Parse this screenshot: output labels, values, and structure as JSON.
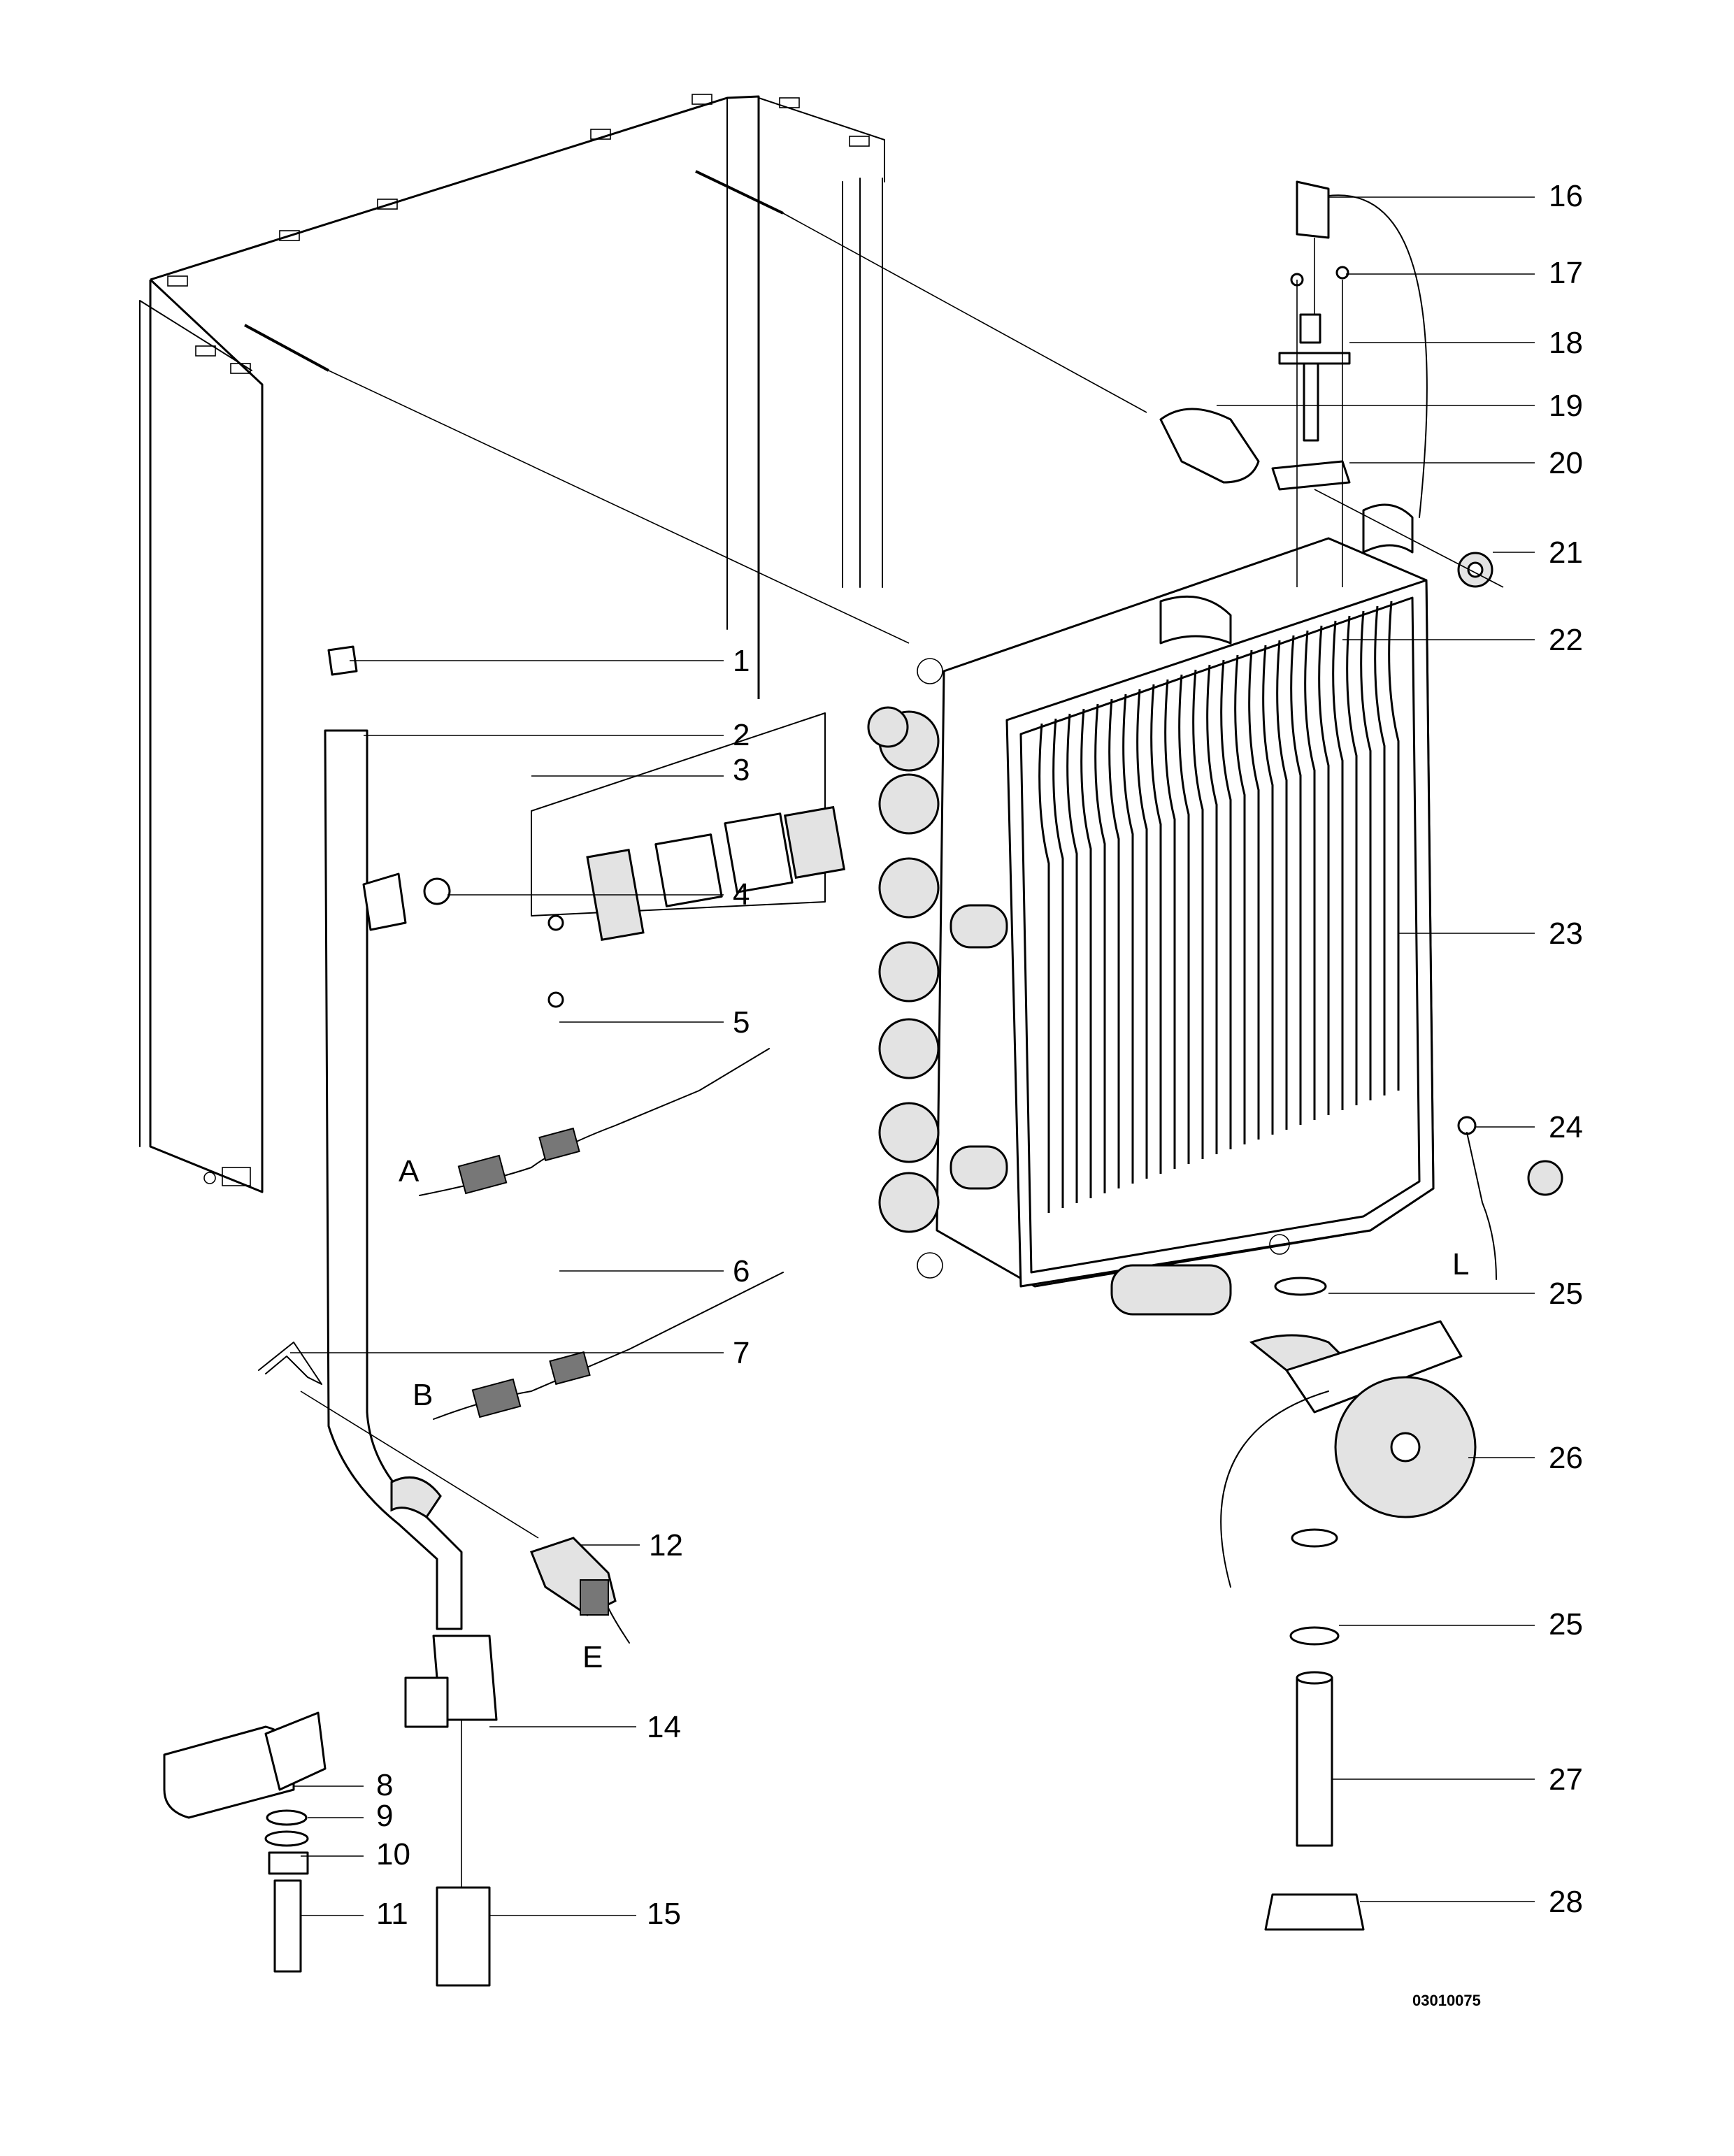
{
  "callouts": [
    {
      "n": "1"
    },
    {
      "n": "2"
    },
    {
      "n": "3"
    },
    {
      "n": "4"
    },
    {
      "n": "5"
    },
    {
      "n": "6"
    },
    {
      "n": "7"
    },
    {
      "n": "8"
    },
    {
      "n": "9"
    },
    {
      "n": "10"
    },
    {
      "n": "11"
    },
    {
      "n": "12"
    },
    {
      "n": "14"
    },
    {
      "n": "15"
    },
    {
      "n": "16"
    },
    {
      "n": "17"
    },
    {
      "n": "18"
    },
    {
      "n": "19"
    },
    {
      "n": "20"
    },
    {
      "n": "21"
    },
    {
      "n": "22"
    },
    {
      "n": "23"
    },
    {
      "n": "24"
    },
    {
      "n": "25"
    },
    {
      "n": "26"
    },
    {
      "n": "25"
    },
    {
      "n": "27"
    },
    {
      "n": "28"
    }
  ],
  "connectors": [
    "A",
    "B",
    "E",
    "L"
  ],
  "drawing_number": "03010075"
}
